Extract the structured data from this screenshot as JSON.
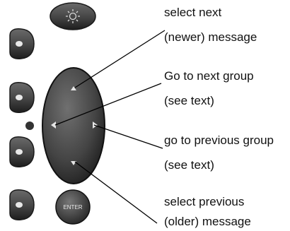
{
  "callouts": {
    "select_next_line1": "select next",
    "select_next_line2": "(newer) message",
    "next_group_line1": "Go to next group",
    "next_group_line2": "(see text)",
    "prev_group_line1": "go to previous group",
    "prev_group_line2": "(see text)",
    "select_prev_line1": "select previous",
    "select_prev_line2": "(older) message"
  },
  "buttons": {
    "enter_label": "ENTER",
    "light_icon": "sun-icon",
    "softkey_icon": "dot-icon"
  },
  "colors": {
    "button_fill": "#4a4a4a",
    "button_dark": "#1e1e1e",
    "arrow_fill": "#e6e6e6",
    "leader_line": "#000000"
  }
}
